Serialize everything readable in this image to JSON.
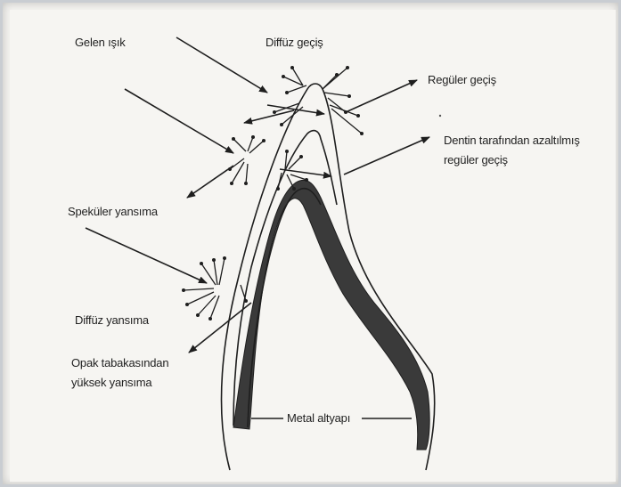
{
  "labels": {
    "incoming_light": "Gelen ışık",
    "diffuse_transmission": "Diffüz geçiş",
    "regular_transmission": "Regüler geçiş",
    "dentin_reduced_line1": "Dentin tarafından azaltılmış",
    "dentin_reduced_line2": "regüler geçiş",
    "specular_reflection": "Speküler yansıma",
    "diffuse_reflection": "Diffüz yansıma",
    "opaque_line1": "Opak tabakasından",
    "opaque_line2": "yüksek yansıma",
    "metal_substructure": "Metal altyapı"
  },
  "colors": {
    "ink": "#1e1e1e",
    "metal": "#3a3a3a",
    "paper": "#f6f5f2",
    "frame": "#c9cdd2"
  }
}
